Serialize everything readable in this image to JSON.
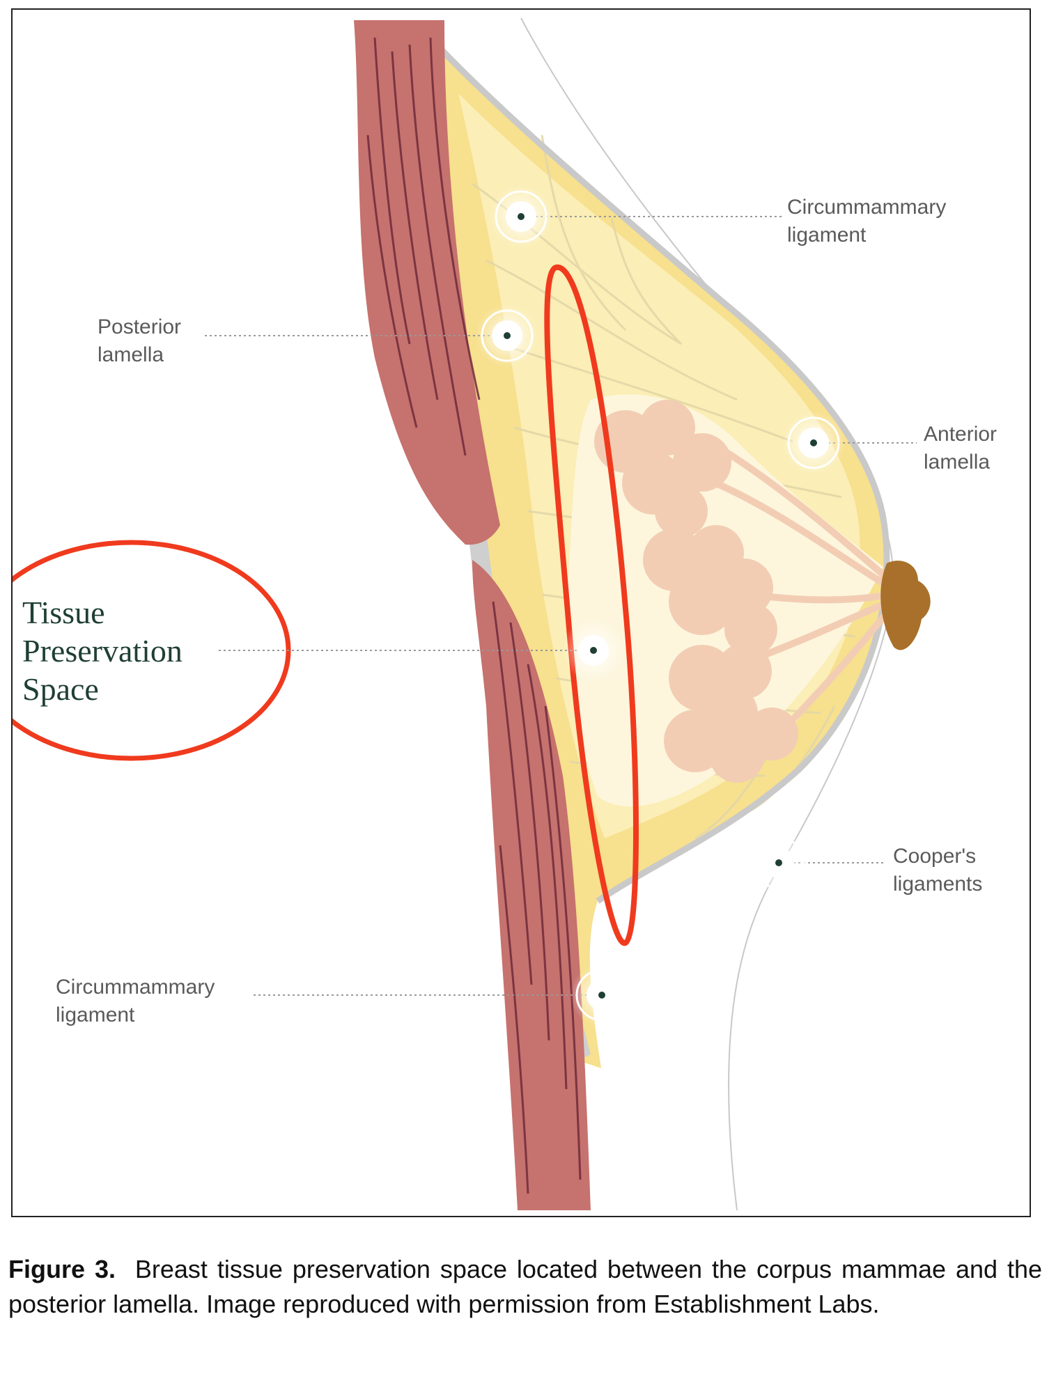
{
  "diagram": {
    "labels": {
      "circummammary_top": [
        "Circummammary",
        "ligament"
      ],
      "posterior_lamella": [
        "Posterior",
        "lamella"
      ],
      "anterior_lamella": [
        "Anterior",
        "lamella"
      ],
      "tissue_preservation_space": [
        "Tissue",
        "Preservation",
        "Space"
      ],
      "coopers_ligaments": [
        "Cooper's",
        "ligaments"
      ],
      "circummammary_bottom": [
        "Circummammary",
        "ligament"
      ]
    },
    "colors": {
      "muscle": "#c6726e",
      "muscle_stripe": "#6e2a3a",
      "fat": "#f7e08e",
      "fat_light": "#fbeeb6",
      "gland": "#f2cdb4",
      "gland_bg": "#fdf6dd",
      "nipple": "#a8702a",
      "fascia": "#c9c9c9",
      "highlight": "#f03a1e",
      "label_text": "#5a5a5a",
      "title_text": "#1f3f33"
    }
  },
  "caption": {
    "label": "Figure 3.",
    "text": "Breast tissue preservation space located between the corpus mammae and the posterior lamella. Image reproduced with permission from Establishment Labs."
  }
}
